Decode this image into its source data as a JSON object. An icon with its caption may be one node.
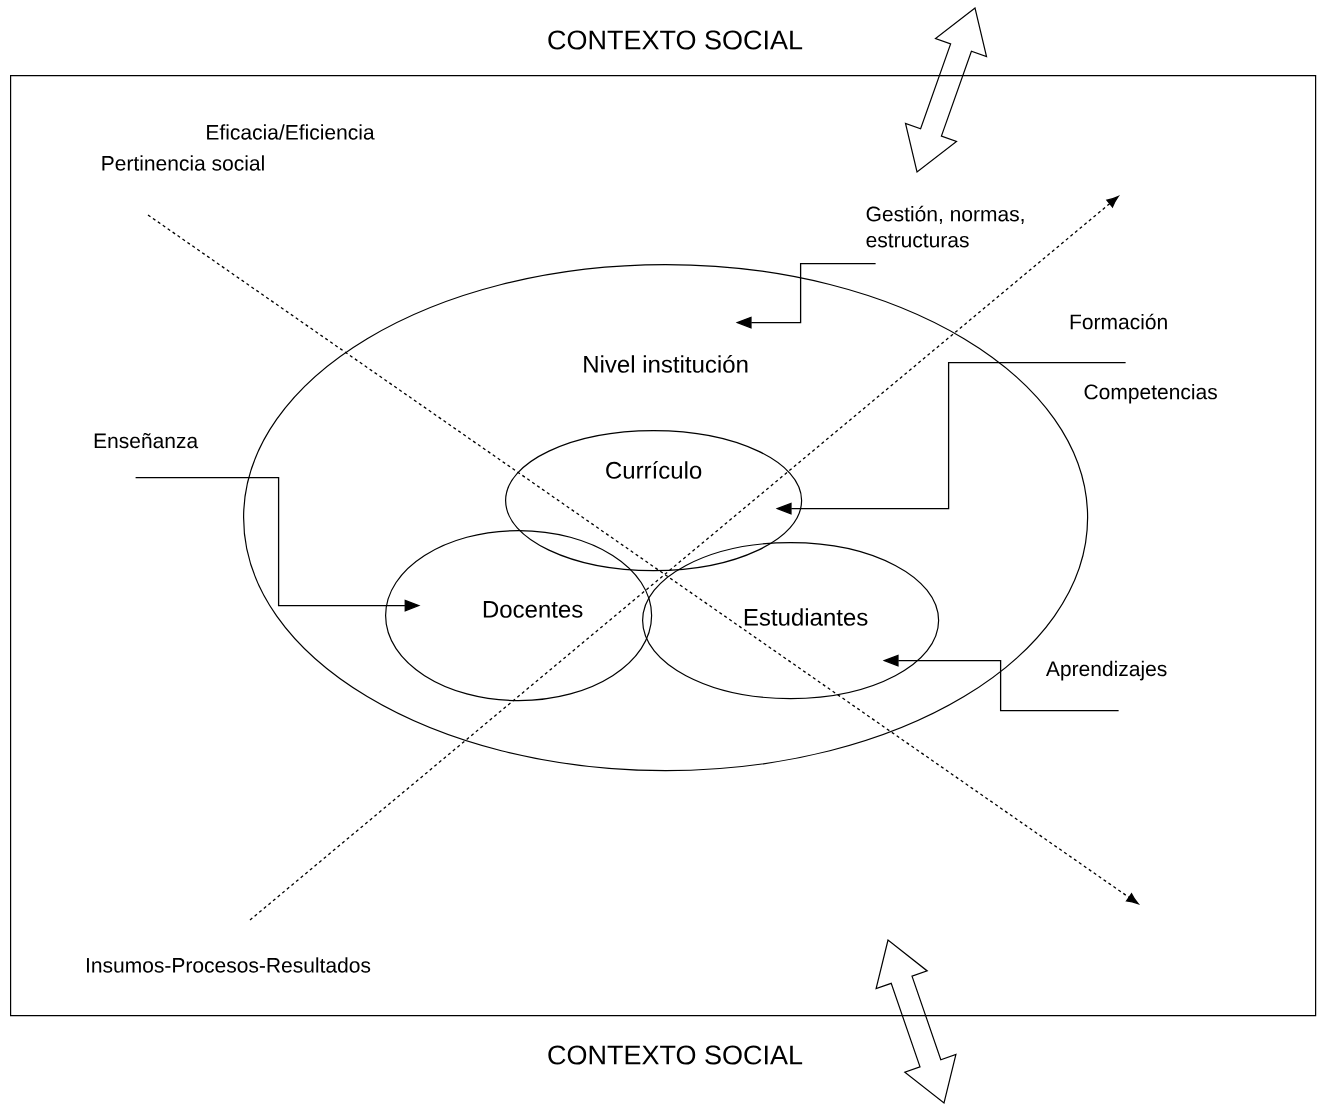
{
  "diagram": {
    "nodes": [
      {
        "text": [],
        "shape": "box"
      },
      {
        "text": [
          "Nivel institución"
        ],
        "in": 0
      },
      {
        "text": [
          "Currículo"
        ],
        "in": 1
      },
      {
        "text": [
          "Docentes"
        ],
        "in": 1
      },
      {
        "text": [
          "Estudiantes"
        ],
        "in": 1
      },
      {
        "text": [
          "Gestión, normas, estructuras"
        ],
        "in": 0
      },
      {
        "text": [
          "Formación",
          "Competencias"
        ],
        "in": 0
      },
      {
        "text": [
          "Enseñanza"
        ],
        "in": 0
      },
      {
        "text": [
          "Aprendizajes"
        ],
        "in": 0
      }
    ],
    "edges": [
      {
        "from": 5,
        "to": 1,
        "arrow": "to"
      },
      {
        "from": 6,
        "to": 2,
        "arrow": "to"
      },
      {
        "from": 7,
        "to": 3,
        "arrow": "to"
      },
      {
        "from": 8,
        "to": 4,
        "arrow": "to"
      }
    ],
    "labels": [
      "CONTEXTO SOCIAL",
      "Eficacia/Eficiencia",
      "Pertinencia social",
      "Insumos-Procesos-Resultados",
      "CONTEXTO SOCIAL"
    ]
  }
}
